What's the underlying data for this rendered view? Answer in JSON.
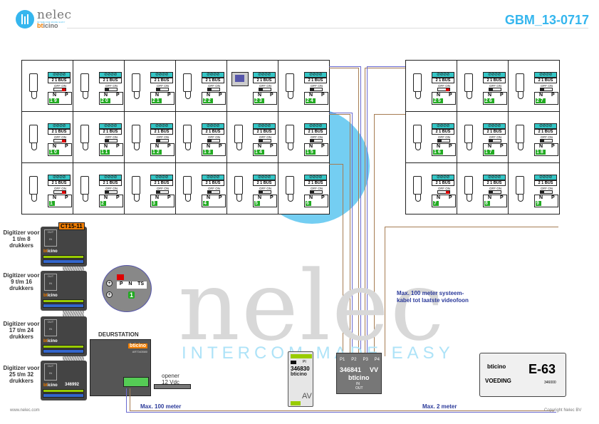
{
  "header": {
    "logo_brand": "nelec",
    "logo_tagline": "INTERCOM MADE EASY",
    "logo_partner": "bticino",
    "document_id": "GBM_13-0717",
    "accent_color": "#35b6ee"
  },
  "left_block": {
    "rows": [
      {
        "units": [
          {
            "type": "handset",
            "switch": "on",
            "number": "19"
          },
          {
            "type": "handset",
            "switch": "off",
            "number": "20"
          },
          {
            "type": "handset",
            "switch": "off",
            "number": "21"
          },
          {
            "type": "handset",
            "switch": "off",
            "number": "22"
          },
          {
            "type": "videophone",
            "switch": "off",
            "number": "23"
          },
          {
            "type": "handset",
            "switch": "off",
            "number": "24"
          }
        ]
      },
      {
        "units": [
          {
            "type": "handset",
            "switch": "on",
            "number": "10"
          },
          {
            "type": "handset",
            "switch": "off",
            "number": "11"
          },
          {
            "type": "handset",
            "switch": "off",
            "number": "12"
          },
          {
            "type": "handset",
            "switch": "off",
            "number": "13"
          },
          {
            "type": "videophone-handset",
            "switch": "off",
            "number": "14"
          },
          {
            "type": "handset",
            "switch": "off",
            "number": "15"
          }
        ]
      },
      {
        "units": [
          {
            "type": "handset",
            "switch": "on",
            "number": "1"
          },
          {
            "type": "handset",
            "switch": "off",
            "number": "2"
          },
          {
            "type": "handset",
            "switch": "off",
            "number": "3"
          },
          {
            "type": "handset",
            "switch": "off",
            "number": "4"
          },
          {
            "type": "handset",
            "switch": "off",
            "number": "5"
          },
          {
            "type": "handset",
            "switch": "off",
            "number": "6"
          }
        ]
      }
    ]
  },
  "right_block": {
    "rows": [
      {
        "units": [
          {
            "type": "handset",
            "switch": "on",
            "number": "25"
          },
          {
            "type": "videophone-handset",
            "switch": "off",
            "number": "26"
          },
          {
            "type": "handset",
            "switch": "off",
            "number": "27"
          }
        ]
      },
      {
        "units": [
          {
            "type": "handset",
            "switch": "off",
            "number": "16"
          },
          {
            "type": "handset",
            "switch": "off",
            "number": "17"
          },
          {
            "type": "handset",
            "switch": "off",
            "number": "18"
          }
        ]
      },
      {
        "units": [
          {
            "type": "handset",
            "switch": "on",
            "number": "7"
          },
          {
            "type": "handset",
            "switch": "off",
            "number": "8"
          },
          {
            "type": "handset",
            "switch": "off",
            "number": "9"
          }
        ]
      }
    ]
  },
  "unit_labels": {
    "terminal": "2 1 BUS",
    "switch": "OFF ON",
    "n": "N",
    "p": "P"
  },
  "digitizers": [
    {
      "label": "Digitizer voor 1 t/m 8 drukkers"
    },
    {
      "label": "Digitizer voor 9 t/m 16 drukkers"
    },
    {
      "label": "Digitizer voor 17 t/m 24 drukkers"
    },
    {
      "label": "Digitizer voor 25 t/m 32 drukkers",
      "code": "346992"
    }
  ],
  "digitizer_tag": "CT15-11",
  "digitizer_out": "OUT",
  "digitizer_in": "IN",
  "brand": "bticino",
  "detail_callout": {
    "labels": [
      "P",
      "N",
      "TS"
    ],
    "number": "1"
  },
  "door_station": {
    "title": "DEURSTATION",
    "code": "ART343580"
  },
  "opener": {
    "label": "opener",
    "voltage": "12 Vdc"
  },
  "module_346830": {
    "code": "346830",
    "pi": "PI",
    "av": "AV"
  },
  "module_346841": {
    "code": "346841",
    "vv": "VV",
    "ports": [
      "P1",
      "P2",
      "P3",
      "P4"
    ],
    "in": "IN",
    "out": "OUT"
  },
  "power_supply": {
    "model": "E-63",
    "label": "VOEDING",
    "code": "346000"
  },
  "annotations": {
    "max_100": "Max. 100 meter",
    "max_2": "Max. 2 meter",
    "system_cable": "Max. 100 meter systeem-kabel tot laatste videofoon"
  },
  "footer": {
    "website": "www.nelec.com",
    "copyright": "Copyright Nelec BV"
  },
  "watermark": {
    "brand": "nelec",
    "tagline": "INTERCOM MADE EASY"
  }
}
